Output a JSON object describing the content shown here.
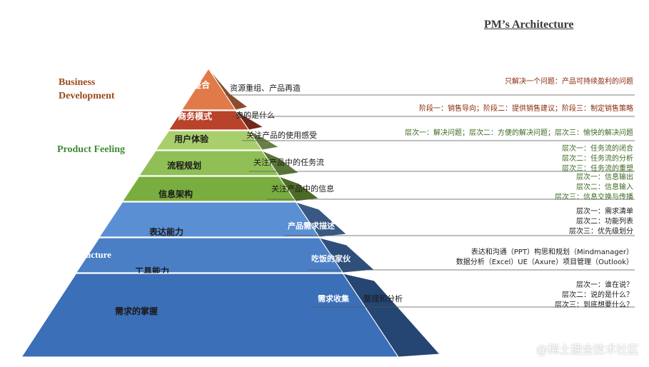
{
  "title": "PM’s Architecture",
  "categories": {
    "business": "Business Development",
    "product": "Product Feeling",
    "infrastructure": "Infrastructure"
  },
  "levels": [
    {
      "label": "整合",
      "desc": "资源重组、产品再造",
      "color": "#e07a48"
    },
    {
      "label": "商务模式",
      "desc": "卖的是什么",
      "color": "#b8422a"
    },
    {
      "label": "用户体验",
      "desc": "关注产品的使用感受",
      "color": "#a9cf6d"
    },
    {
      "label": "流程规划",
      "desc": "关注产品中的任务流",
      "color": "#8fbf55"
    },
    {
      "label": "信息架构",
      "desc": "关注产品中的信息",
      "color": "#7aad3f"
    },
    {
      "label": "表达能力",
      "desc": "产品需求描述",
      "color": "#5b8fd4"
    },
    {
      "label": "工具能力",
      "desc": "吃饭的家伙",
      "color": "#4a7fc6"
    },
    {
      "label": "需求的掌握",
      "desc": "需求收集",
      "desc2": "整理和分析",
      "color": "#3b6fb8"
    }
  ],
  "notes": [
    {
      "lines": [
        "只解决一个问题：产品可持续盈利的问题"
      ],
      "tone": "brown"
    },
    {
      "lines": [
        "阶段一：销售导向；阶段二：提供销售建议；阶段三：制定销售策略"
      ],
      "tone": "brown"
    },
    {
      "lines": [
        "层次一：解决问题；层次二：方便的解决问题；层次三：愉快的解决问题"
      ],
      "tone": "green"
    },
    {
      "lines": [
        "层次一：任务流的闭合",
        "层次二：任务流的分析",
        "层次三：任务流的重塑"
      ],
      "tone": "green"
    },
    {
      "lines": [
        "层次一：信息输出",
        "层次二：信息输入",
        "层次三：信息交换与传播"
      ],
      "tone": "green"
    },
    {
      "lines": [
        "层次一：需求清单",
        "层次二：功能列表",
        "层次三：优先级划分"
      ],
      "tone": "dark"
    },
    {
      "lines": [
        "表达和沟通（PPT）构思和规划（Mindmanager）",
        "数据分析（Excel）UE（Axure）项目管理（Outlook）"
      ],
      "tone": "dark"
    },
    {
      "lines": [
        "层次一：谁在说？",
        "层次二：说的是什么？",
        "层次三：到底想要什么？"
      ],
      "tone": "dark"
    }
  ],
  "watermark": "@稀土掘金技术社区"
}
